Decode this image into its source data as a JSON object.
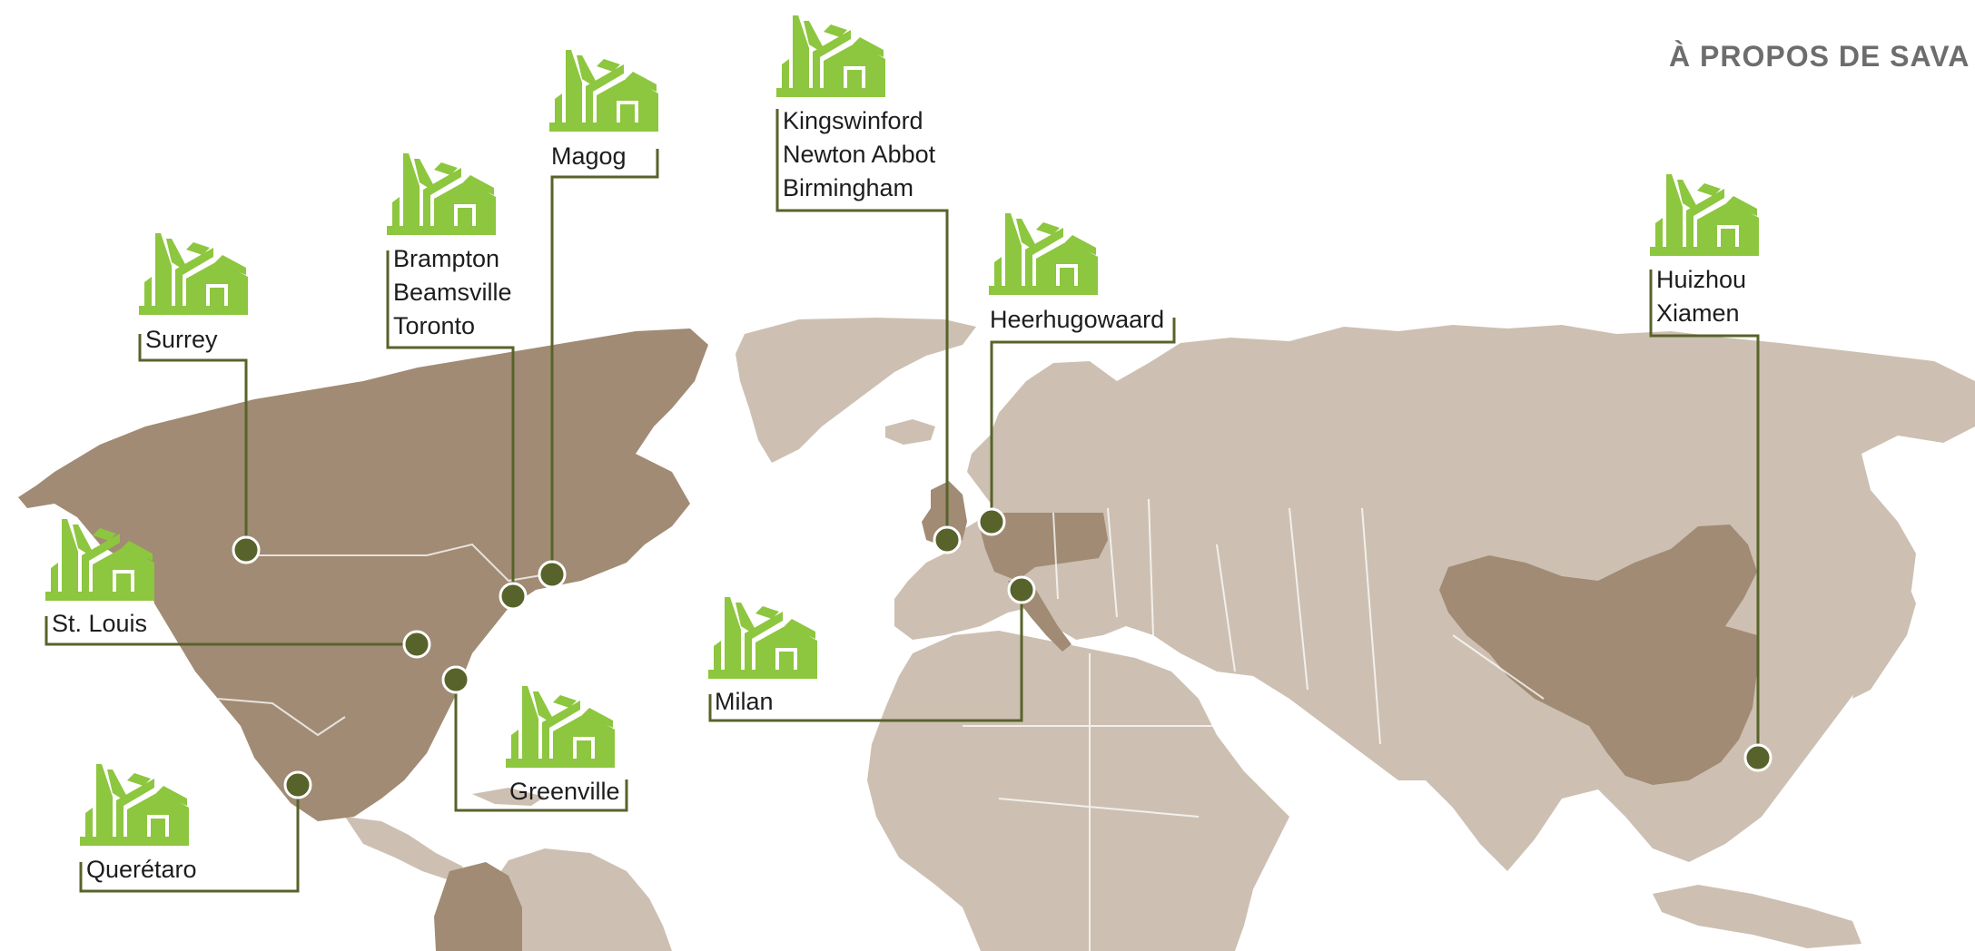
{
  "header": {
    "title": "À PROPOS DE SAVA"
  },
  "colors": {
    "land_other": "#cdc0b2",
    "land_highlight": "#a18b74",
    "leader_line": "#57632a",
    "icon_green": "#8dc63f",
    "text": "#1d1d1d"
  },
  "icon": "factory-icon",
  "locations": [
    {
      "id": "surrey",
      "label": [
        "Surrey"
      ]
    },
    {
      "id": "brampton",
      "label": [
        "Brampton",
        "Beamsville",
        "Toronto"
      ]
    },
    {
      "id": "magog",
      "label": [
        "Magog"
      ]
    },
    {
      "id": "kingswinford",
      "label": [
        "Kingswinford",
        "Newton Abbot",
        "Birmingham"
      ]
    },
    {
      "id": "heerhugowaard",
      "label": [
        "Heerhugowaard"
      ]
    },
    {
      "id": "huizhou",
      "label": [
        "Huizhou",
        "Xiamen"
      ]
    },
    {
      "id": "st-louis",
      "label": [
        "St. Louis"
      ]
    },
    {
      "id": "milan",
      "label": [
        "Milan"
      ]
    },
    {
      "id": "greenville",
      "label": [
        "Greenville"
      ]
    },
    {
      "id": "queretaro",
      "label": [
        "Querétaro"
      ]
    }
  ]
}
